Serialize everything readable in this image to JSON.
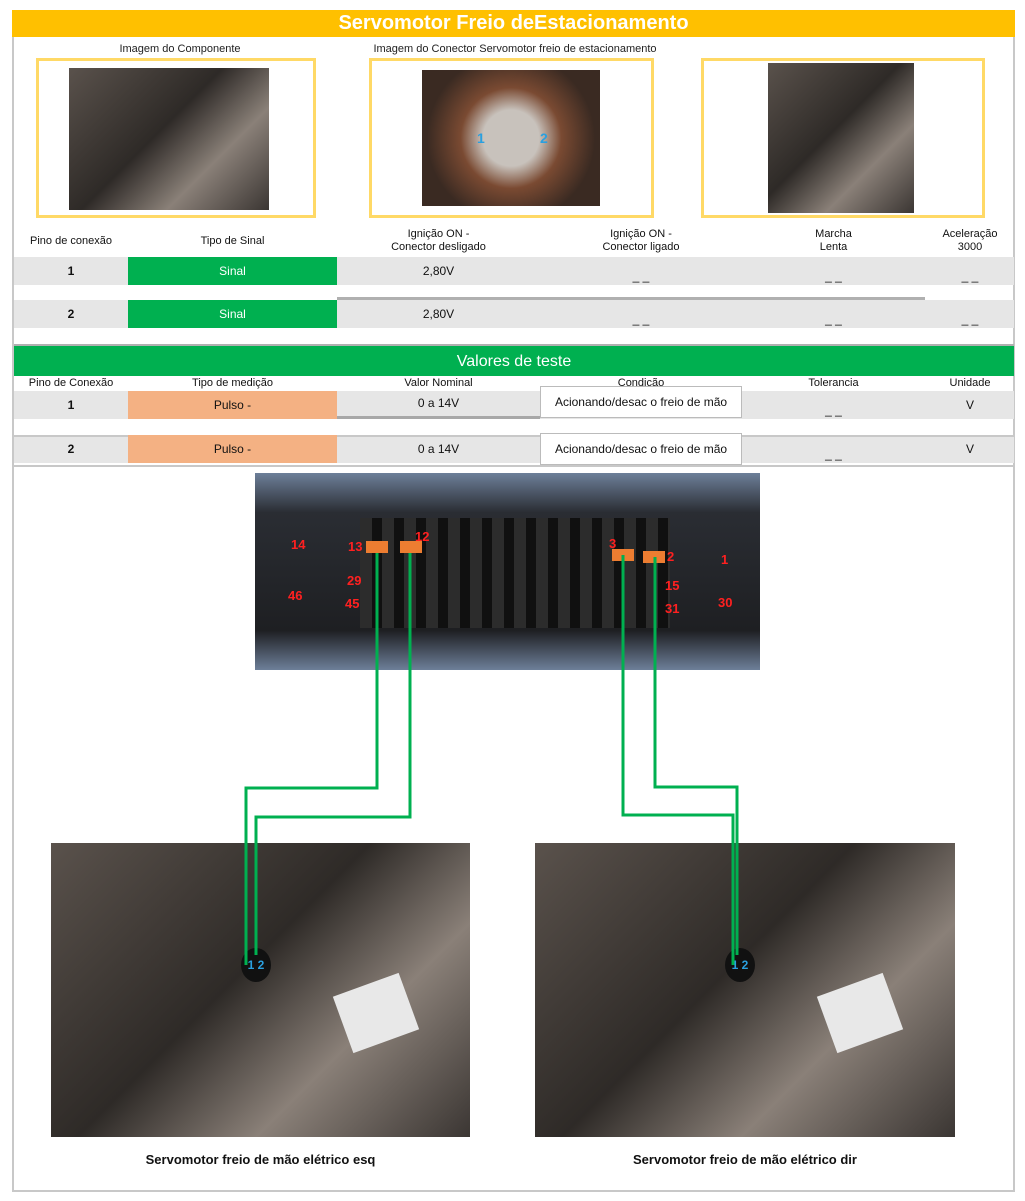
{
  "title": "Servomotor Freio deEstacionamento",
  "images": {
    "component_caption": "Imagem do Componente",
    "connector_caption": "Imagem do Conector Servomotor freio de estacionamento"
  },
  "connector_pins": [
    "1",
    "2"
  ],
  "table1": {
    "headers": [
      "Pino de conexão",
      "Tipo de Sinal",
      "Ignição ON -\nConector desligado",
      "Ignição ON -\nConector ligado",
      "Marcha\nLenta",
      "Aceleração\n3000"
    ],
    "rows": [
      [
        "1",
        "Sinal",
        "2,80V",
        "_ _",
        "_ _",
        "_ _"
      ],
      [
        "2",
        "Sinal",
        "2,80V",
        "_ _",
        "_ _",
        "_ _"
      ]
    ]
  },
  "section2": "Valores de teste",
  "table2": {
    "headers": [
      "Pino de Conexão",
      "Tipo de medição",
      "Valor Nominal",
      "Condição",
      "Tolerancia",
      "Unidade"
    ],
    "rows": [
      [
        "1",
        "Pulso -",
        "0 a 14V",
        "Acionando/desac o freio de mão",
        "_ _",
        "V"
      ],
      [
        "2",
        "Pulso -",
        "0 a 14V",
        "Acionando/desac o freio de mão",
        "_ _",
        "V"
      ]
    ]
  },
  "ecu_pins": [
    "14",
    "13",
    "12",
    "3",
    "2",
    "1",
    "29",
    "46",
    "45",
    "15",
    "31",
    "30"
  ],
  "servo_pins": [
    "1",
    "2"
  ],
  "captions": [
    "Servomotor freio de mão elétrico esq",
    "Servomotor freio de mão elétrico dir"
  ],
  "colors": {
    "title": "#ffc000",
    "green": "#00b050",
    "orange": "#f4b183",
    "pad": "#ed7d31"
  }
}
